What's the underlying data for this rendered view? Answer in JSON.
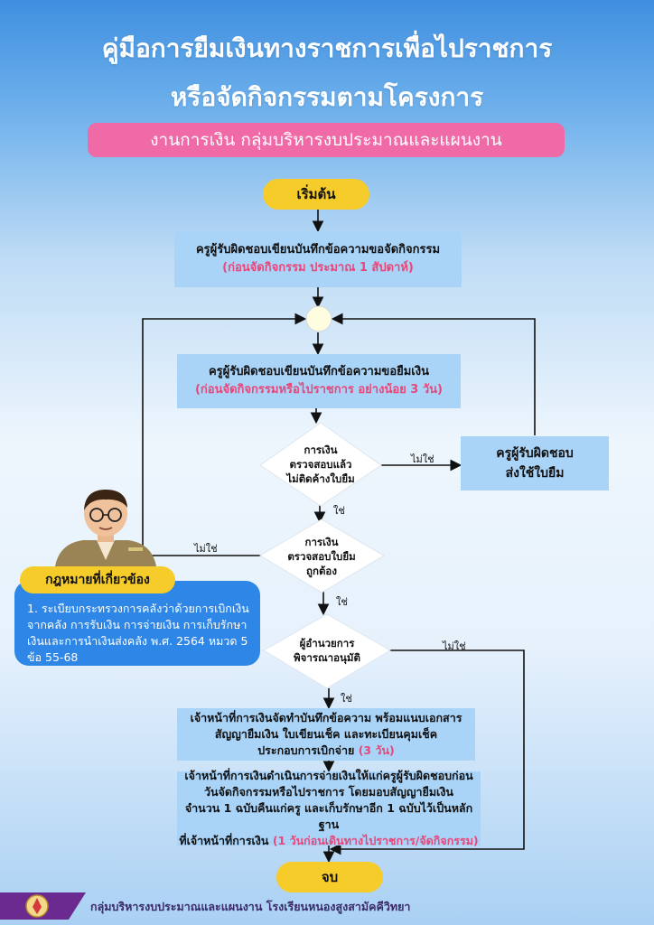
{
  "header": {
    "title_line1": "คู่มือการยืมเงินทางราชการเพื่อไปราชการ",
    "title_line2": "หรือจัดกิจกรรมตามโครงการ",
    "subtitle": "งานการเงิน กลุ่มบริหารงบประมาณและแผนงาน"
  },
  "flow": {
    "start": "เริ่มต้น",
    "step1_line1": "ครูผู้รับผิดชอบเขียนบันทึกข้อความขอจัดกิจกรรม",
    "step1_line2": "(ก่อนจัดกิจกรรม ประมาณ 1 สัปดาห์)",
    "step2_line1": "ครูผู้รับผิดชอบเขียนบันทึกข้อความขอยืมเงิน",
    "step2_line2": "(ก่อนจัดกิจกรรมหรือไปราชการ อย่างน้อย 3 วัน)",
    "decision1_l1": "การเงิน",
    "decision1_l2": "ตรวจสอบแล้ว",
    "decision1_l3": "ไม่ติดค้างใบยืม",
    "side_box_l1": "ครูผู้รับผิดชอบ",
    "side_box_l2": "ส่งใช้ใบยืม",
    "decision2_l1": "การเงิน",
    "decision2_l2": "ตรวจสอบใบยืม",
    "decision2_l3": "ถูกต้อง",
    "decision3_l1": "ผู้อำนวยการ",
    "decision3_l2": "พิจารณาอนุมัติ",
    "step3_l1": "เจ้าหน้าที่การเงินจัดทำบันทึกข้อความ พร้อมแนบเอกสาร",
    "step3_l2": "สัญญายืมเงิน ใบเขียนเช็ค และทะเบียนคุมเช็ค",
    "step3_l3": "ประกอบการเบิกจ่าย",
    "step3_red": "(3 วัน)",
    "step4_l1": "เจ้าหน้าที่การเงินดำเนินการจ่ายเงินให้แก่ครูผู้รับผิดชอบก่อน",
    "step4_l2": "วันจัดกิจกรรมหรือไปราชการ โดยมอบสัญญายืมเงิน",
    "step4_l3": "จำนวน 1 ฉบับคืนแก่ครู และเก็บรักษาอีก 1 ฉบับไว้เป็นหลักฐาน",
    "step4_l4": "ที่เจ้าหน้าที่การเงิน",
    "step4_red": "(1 วันก่อนเดินทางไปราชการ/จัดกิจกรรม)",
    "end": "จบ",
    "label_no": "ไม่ใช่",
    "label_yes": "ใช่"
  },
  "law": {
    "heading": "กฎหมายที่เกี่ยวข้อง",
    "item_line1": "1. ระเบียบกระทรวงการคลังว่าด้วยการเบิกเงิน",
    "item_line2": "จากคลัง การรับเงิน การจ่ายเงิน การเก็บรักษา",
    "item_line3": "เงินและการนำเงินส่งคลัง พ.ศ. 2564 หมวด 5",
    "item_line4": "ข้อ 55-68"
  },
  "footer": {
    "text": "กลุ่มบริหารงบประมาณและแผนงาน โรงเรียนหนองสูงสามัคคีวิทยา"
  },
  "colors": {
    "box": "#a9d3f7",
    "pill": "#f6cc2a",
    "subtitle": "#f06aa8",
    "law_box": "#2e86e6",
    "accent_red": "#e8477a"
  }
}
